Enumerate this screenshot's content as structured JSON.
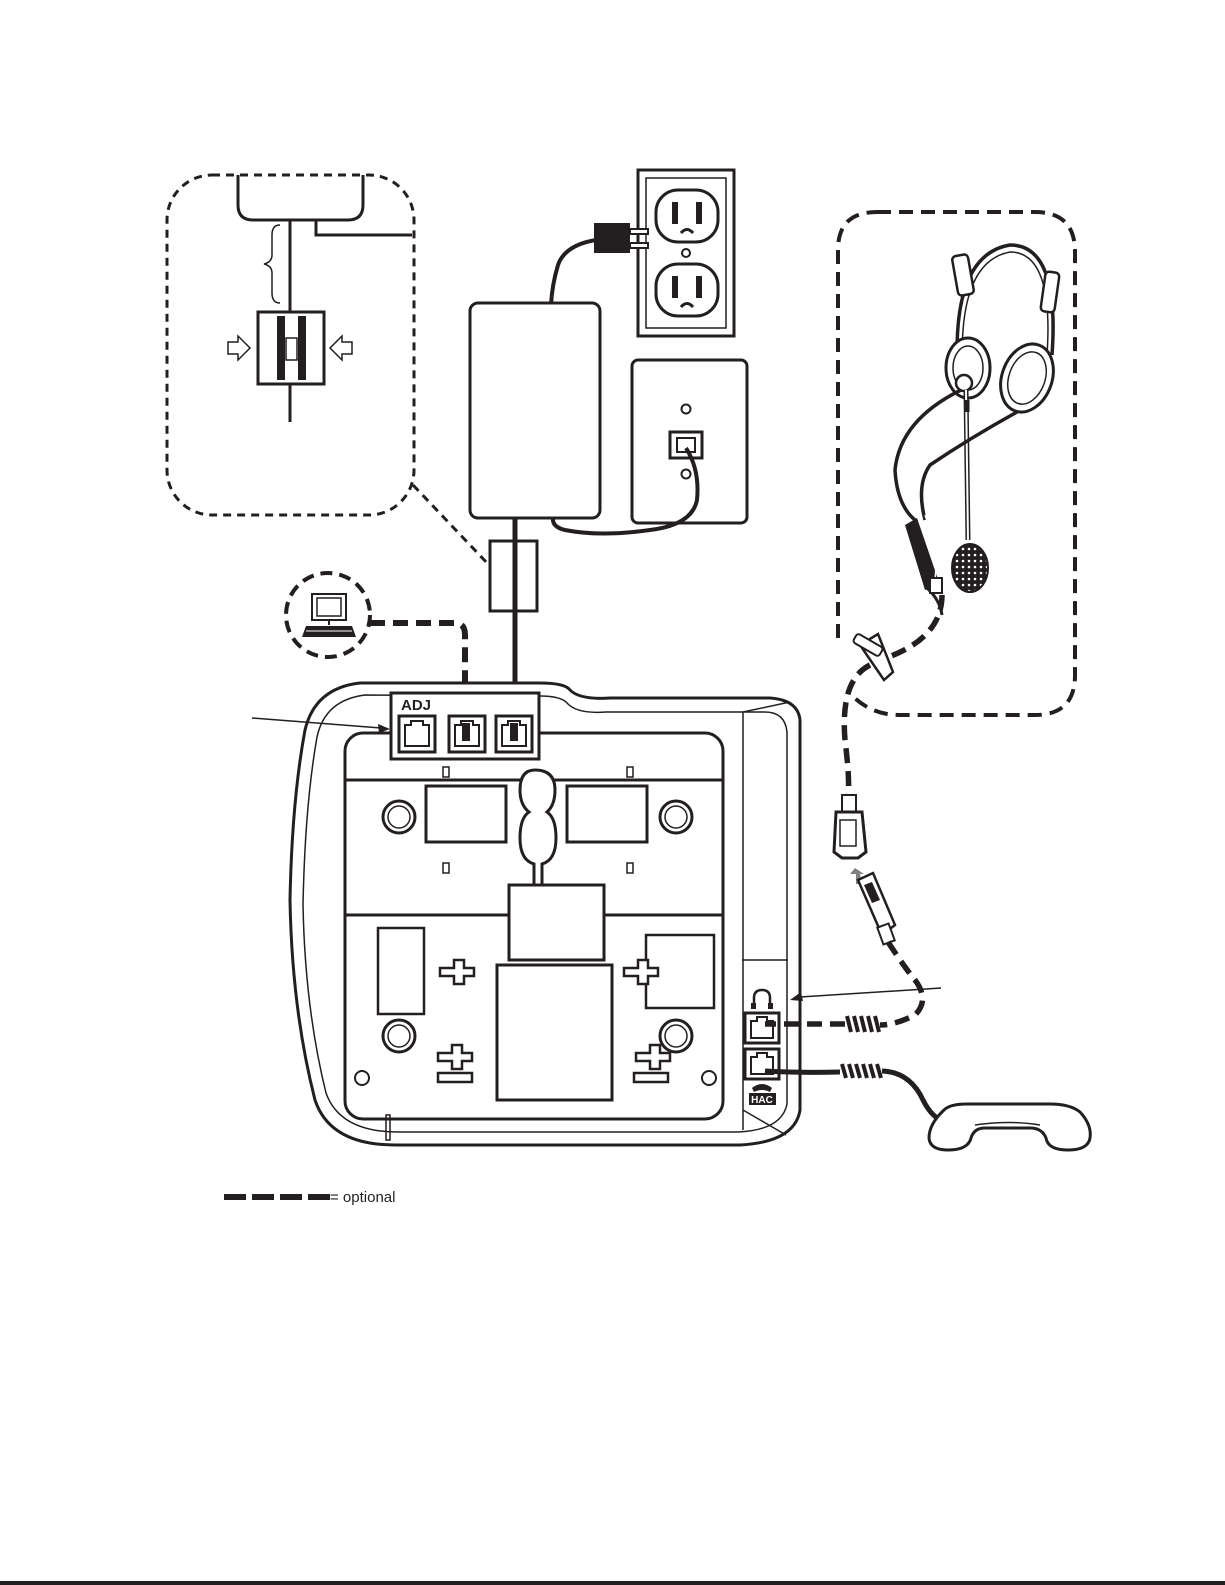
{
  "labels": {
    "adj_port": "ADJ",
    "hac_mark": "HAC",
    "legend_text": "= optional"
  },
  "icons": {
    "headset": "headset-icon",
    "handset_port": "handset-icon",
    "headset_port": "headset-jack-icon",
    "computer": "computer-icon",
    "power_outlet": "power-outlet-icon",
    "wall_jack": "phone-wall-jack-icon"
  },
  "colors": {
    "line": "#231f20",
    "background": "#ffffff",
    "mid_gray": "#6d6e71",
    "light_gray": "#bcbec0"
  }
}
